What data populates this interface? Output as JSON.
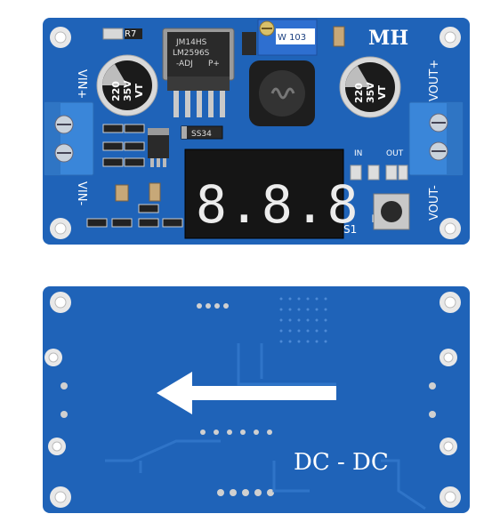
{
  "front": {
    "brand": "MH",
    "label_vin_plus": "VIN+",
    "label_vin_minus": "VIN-",
    "label_vout_plus": "VOUT+",
    "label_vout_minus": "VOUT-",
    "label_in": "IN",
    "label_out": "OUT",
    "label_s1": "S1",
    "label_ss34": "SS34",
    "label_r7": "R7",
    "pot_marking": "W 103",
    "ic_line1": "JM14HS",
    "ic_line2": "LM2596S",
    "ic_line3": "-ADJ",
    "ic_line4": "P+",
    "cap_left_value": "220",
    "cap_left_voltage": "35V",
    "cap_left_series": "VT",
    "cap_right_value": "220",
    "cap_right_voltage": "35V",
    "cap_right_series": "VT",
    "display_readout": "8.8.8."
  },
  "back": {
    "silk_text": "DC - DC"
  },
  "colors": {
    "pcb": "#1f63b8",
    "pcb_dark": "#174f98",
    "silk": "#ffffff",
    "terminal": "#3a86d9",
    "display": "#151515"
  }
}
